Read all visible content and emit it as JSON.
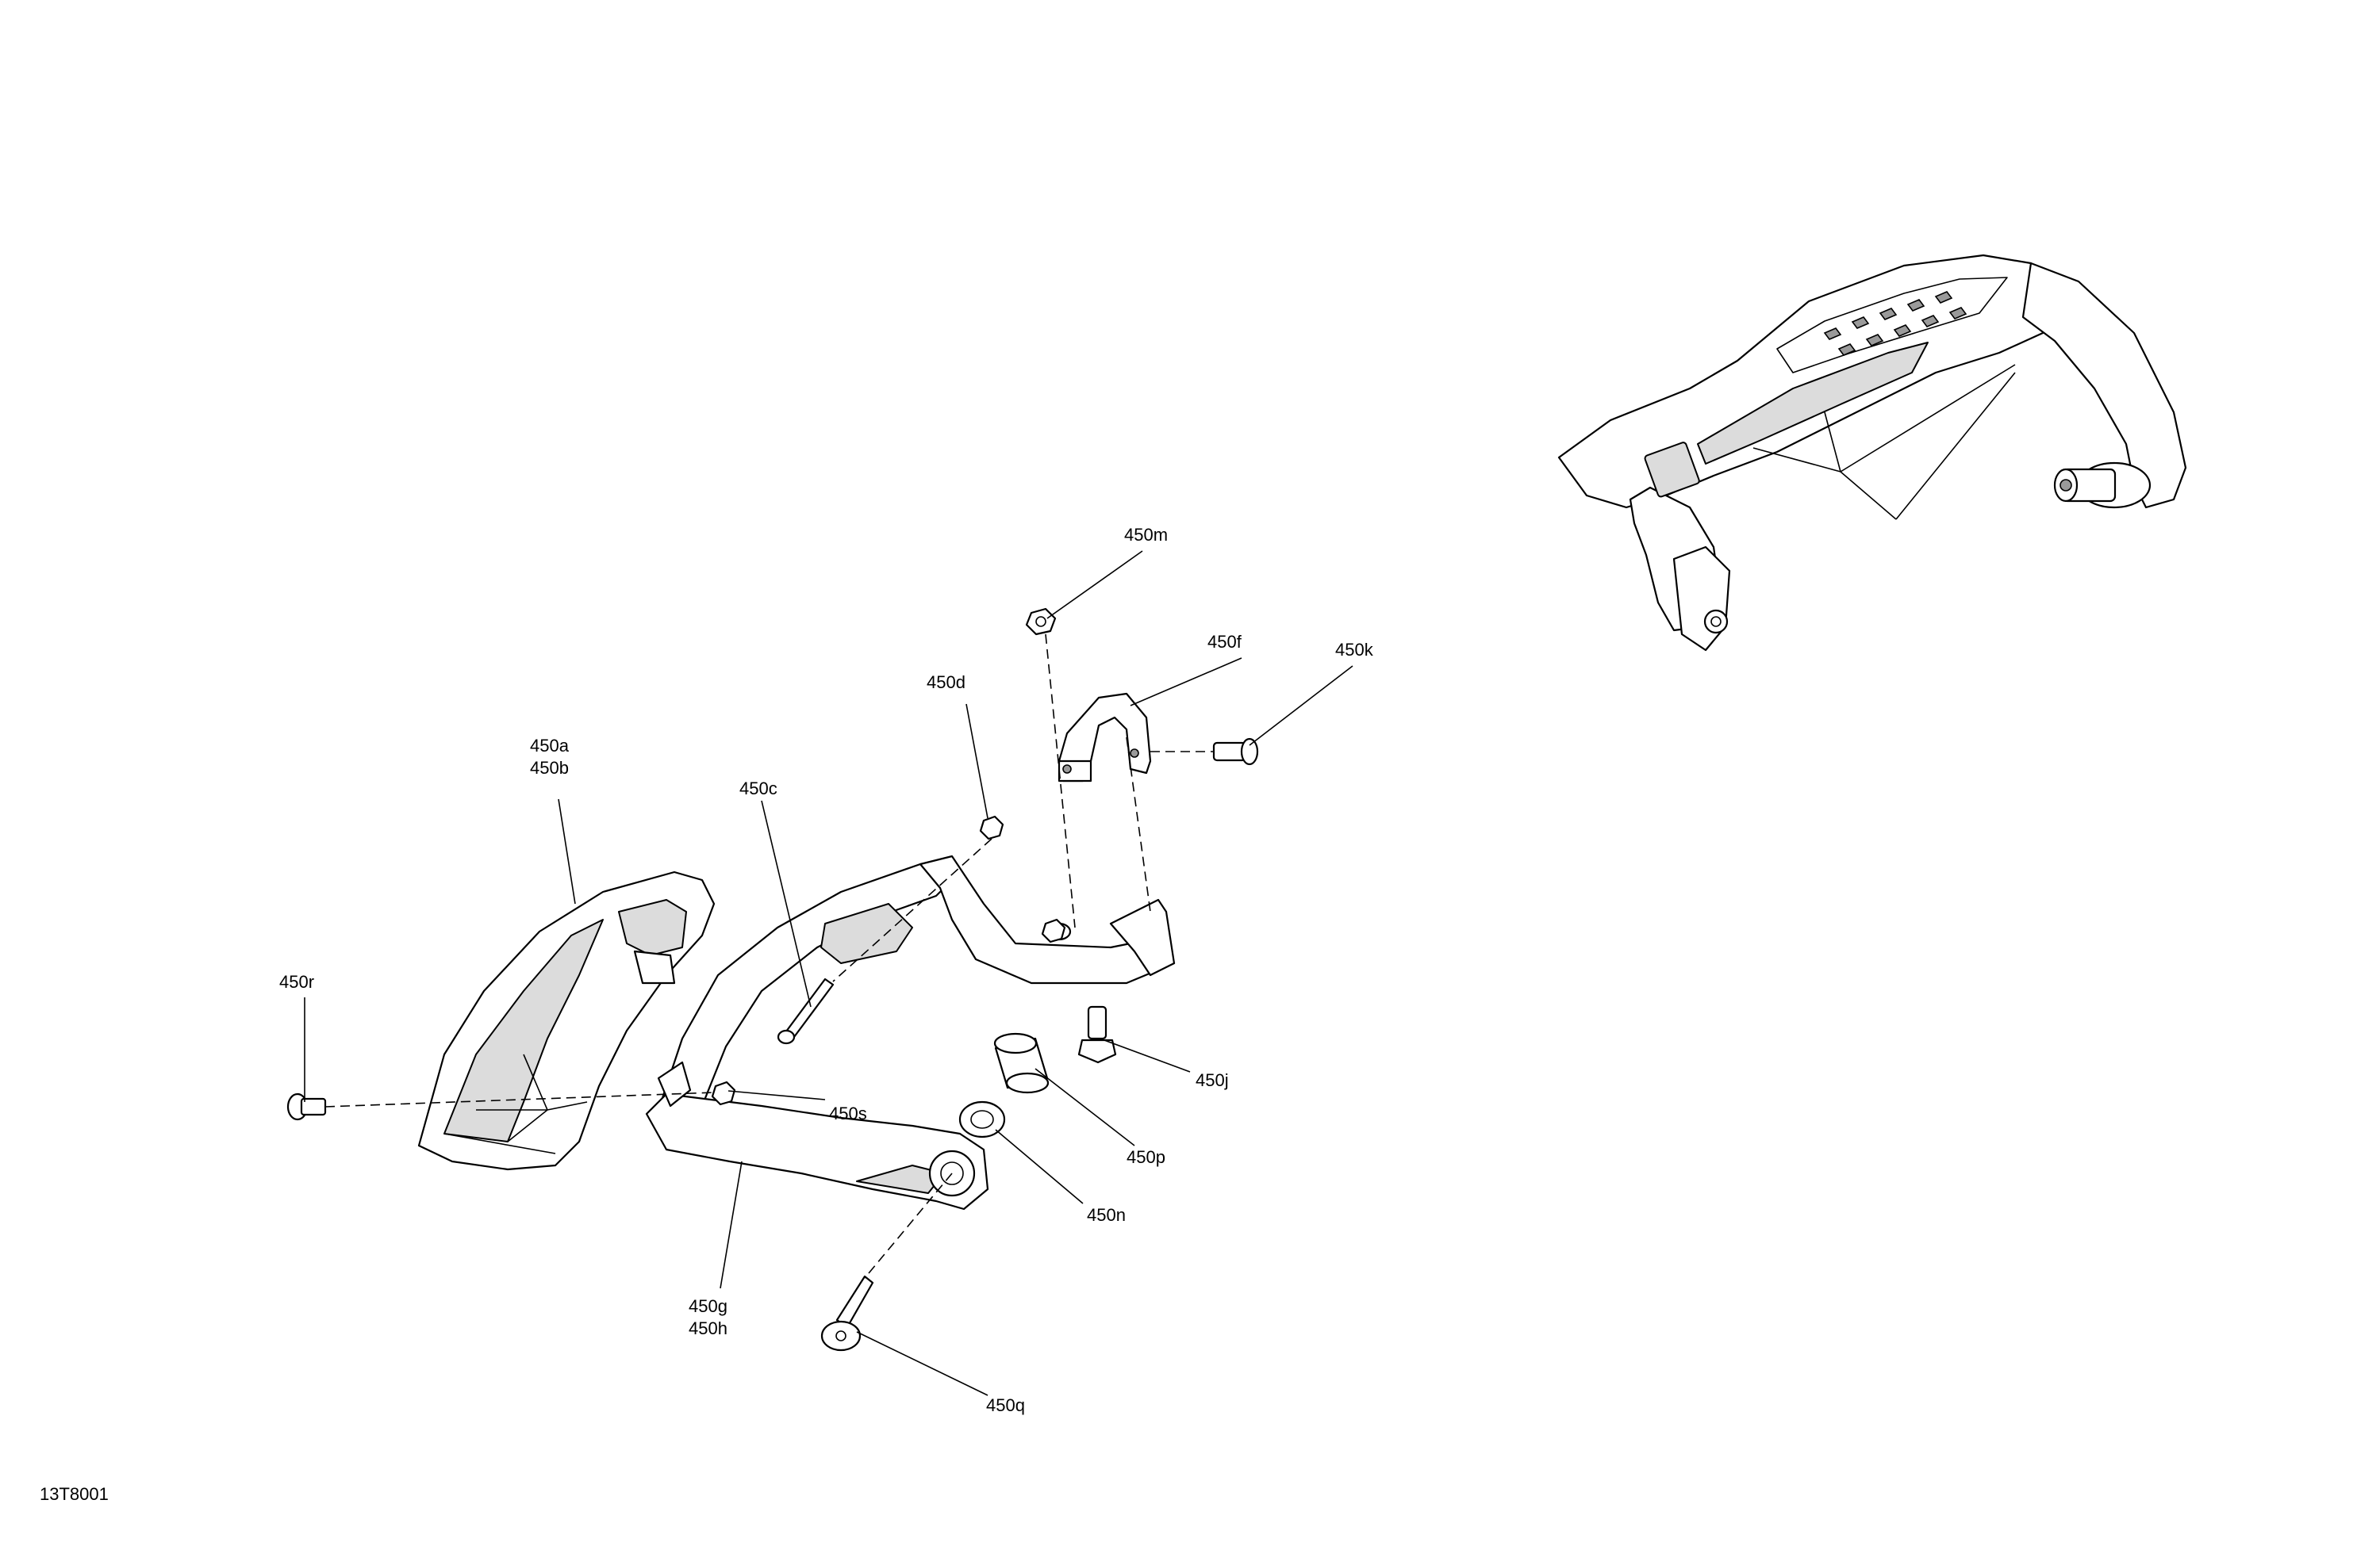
{
  "drawing_id": "13T8001",
  "callouts": {
    "p450m": "450m",
    "p450f": "450f",
    "p450k": "450k",
    "p450d": "450d",
    "p450a": "450a",
    "p450b": "450b",
    "p450c": "450c",
    "p450r": "450r",
    "p450s": "450s",
    "p450j": "450j",
    "p450p": "450p",
    "p450n": "450n",
    "p450g": "450g",
    "p450h": "450h",
    "p450q": "450q"
  },
  "colors": {
    "line": "#000000",
    "background": "#ffffff",
    "shade": "#dcdcdc"
  }
}
